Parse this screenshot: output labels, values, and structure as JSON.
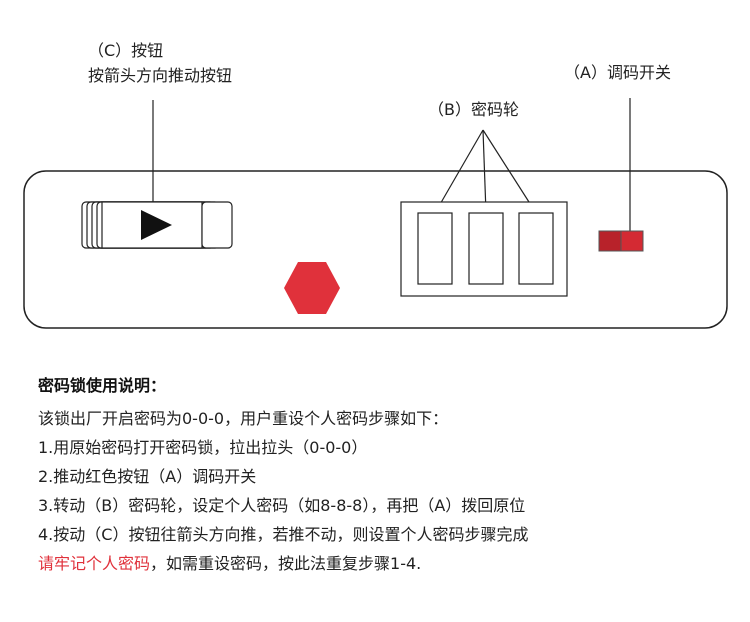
{
  "labels": {
    "button_name": "（C）按钮",
    "button_desc": "按箭头方向推动按钮",
    "switch_name": "（A）调码开关",
    "wheels_name": "（B）密码轮"
  },
  "instructions": {
    "title": "密码锁使用说明：",
    "intro": "该锁出厂开启密码为0-0-0，用户重设个人密码步骤如下：",
    "steps": [
      "1.用原始密码打开密码锁，拉出拉头（0-0-0）",
      "2.推动红色按钮（A）调码开关",
      "3.转动（B）密码轮，设定个人密码（如8-8-8），再把（A）拨回原位",
      "4.按动（C）按钮往箭头方向推，若推不动，则设置个人密码步骤完成"
    ],
    "reminder_highlight": "请牢记个人密码",
    "reminder_rest": "，如需重设密码，按此法重复步骤1-4."
  },
  "colors": {
    "accent_red": "#e0313b",
    "switch_red": "#d42a33",
    "outline": "#222222"
  },
  "icons": {
    "arrow": "play-triangle-icon",
    "hexagon": "red-hexagon-icon"
  }
}
